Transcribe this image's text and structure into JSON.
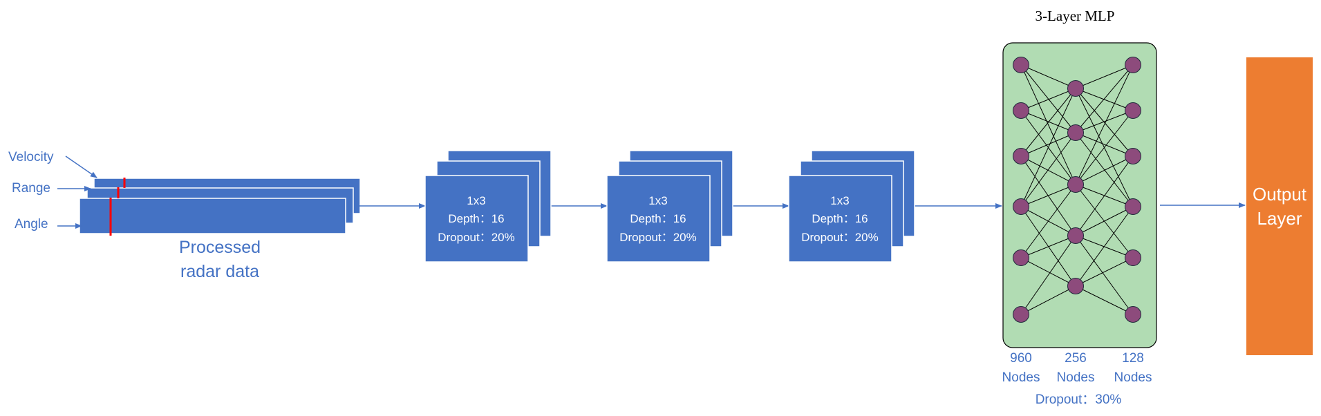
{
  "colors": {
    "block": "#4472c4",
    "block_border": "#ffffff",
    "text_blue": "#4472c4",
    "marker_red": "#ff0000",
    "mlp_bg": "#b1dcb3",
    "node_fill": "#8d4b7c",
    "output_bg": "#ed7d31"
  },
  "input": {
    "velocity": "Velocity",
    "range": "Range",
    "angle": "Angle",
    "caption_line1": "Processed",
    "caption_line2": "radar data"
  },
  "conv_blocks": [
    {
      "kernel": "1x3",
      "depth": "Depth：16",
      "dropout": "Dropout：20%"
    },
    {
      "kernel": "1x3",
      "depth": "Depth：16",
      "dropout": "Dropout：20%"
    },
    {
      "kernel": "1x3",
      "depth": "Depth：16",
      "dropout": "Dropout：20%"
    }
  ],
  "mlp": {
    "title": "3-Layer MLP",
    "layers": [
      {
        "count": "960",
        "unit": "Nodes"
      },
      {
        "count": "256",
        "unit": "Nodes"
      },
      {
        "count": "128",
        "unit": "Nodes"
      }
    ],
    "dropout": "Dropout：30%"
  },
  "output": {
    "line1": "Output",
    "line2": "Layer"
  }
}
